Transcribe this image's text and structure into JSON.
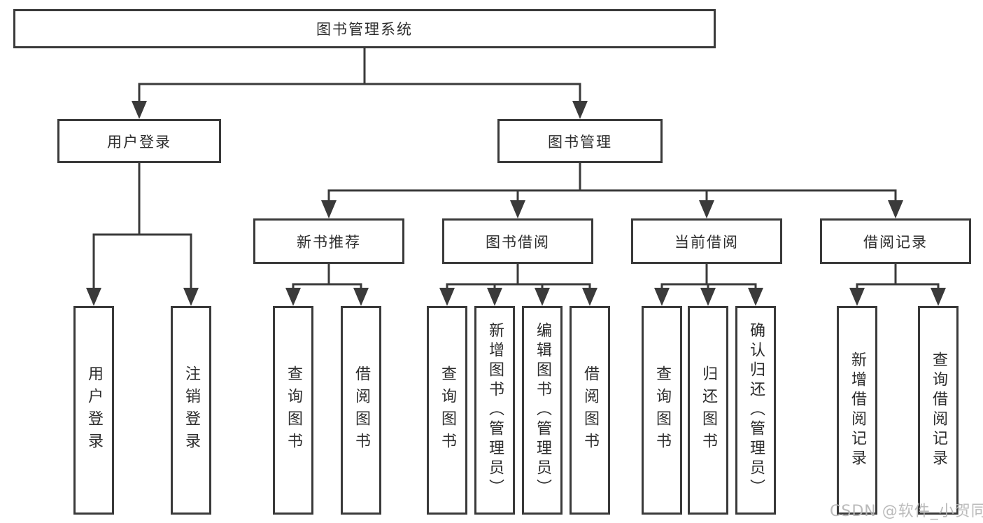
{
  "diagram": {
    "title": "图书管理系统",
    "branches": [
      {
        "label": "用户登录",
        "leaves": [
          "用户登录",
          "注销登录"
        ]
      },
      {
        "label": "图书管理",
        "sections": [
          {
            "label": "新书推荐",
            "leaves": [
              "查询图书",
              "借阅图书"
            ]
          },
          {
            "label": "图书借阅",
            "leaves": [
              "查询图书",
              "新增图书（管理员）",
              "编辑图书（管理员）",
              "借阅图书"
            ]
          },
          {
            "label": "当前借阅",
            "leaves": [
              "查询图书",
              "归还图书",
              "确认归还（管理员）"
            ]
          },
          {
            "label": "借阅记录",
            "leaves": [
              "新增借阅记录",
              "查询借阅记录"
            ]
          }
        ]
      }
    ]
  },
  "watermark": "CSDN @软件_小贺同学",
  "colors": {
    "line": "#3a3a3a",
    "box_border": "#3a3a3a",
    "text": "#2d2d2d",
    "watermark": "#b4b4b4",
    "background": "#ffffff"
  }
}
